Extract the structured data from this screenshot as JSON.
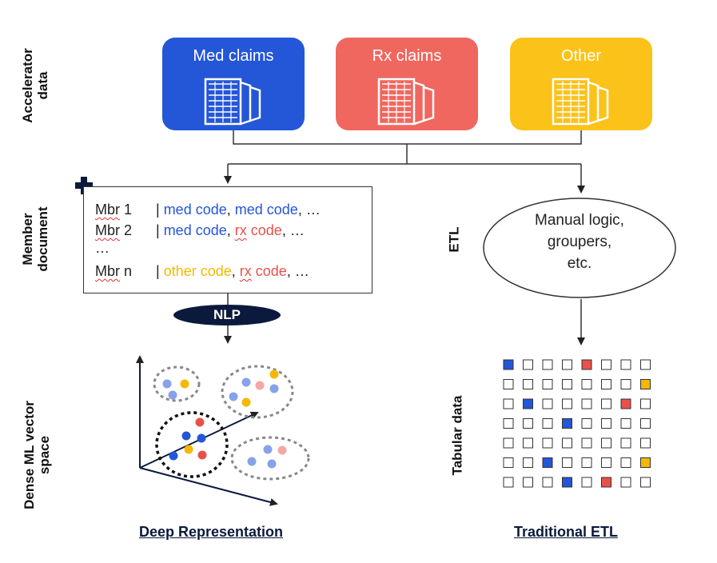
{
  "row_labels": {
    "accelerator": [
      "Accelerator",
      "data"
    ],
    "member": [
      "Member",
      "document"
    ],
    "dense": [
      "Dense ML vector",
      "space"
    ],
    "etl": "ETL",
    "tabular": "Tabular data"
  },
  "sources": [
    {
      "label": "Med claims",
      "color": "#2456d8",
      "icon": "server-icon"
    },
    {
      "label": "Rx claims",
      "color": "#f0675f",
      "icon": "server-icon"
    },
    {
      "label": "Other",
      "color": "#fbc21a",
      "icon": "server-icon"
    }
  ],
  "member_doc": {
    "rows": [
      {
        "mbr": "Mbr 1",
        "sep": "| ",
        "codes": [
          {
            "text": "med code",
            "kind": "med"
          },
          {
            "text": ", ",
            "kind": "plain"
          },
          {
            "text": "med code",
            "kind": "med"
          },
          {
            "text": ", …",
            "kind": "plain"
          }
        ]
      },
      {
        "mbr": "Mbr 2",
        "sep": "| ",
        "codes": [
          {
            "text": "med code",
            "kind": "med"
          },
          {
            "text": ", ",
            "kind": "plain"
          },
          {
            "text": "rx",
            "kind": "rx-underline"
          },
          {
            "text": " code",
            "kind": "rx"
          },
          {
            "text": ", …",
            "kind": "plain"
          }
        ]
      },
      {
        "mbr": "…",
        "sep": "",
        "codes": []
      },
      {
        "mbr": "Mbr n",
        "sep": "| ",
        "codes": [
          {
            "text": "other code",
            "kind": "other"
          },
          {
            "text": ", ",
            "kind": "plain"
          },
          {
            "text": "rx",
            "kind": "rx-underline"
          },
          {
            "text": " code",
            "kind": "rx"
          },
          {
            "text": ", …",
            "kind": "plain"
          }
        ]
      }
    ]
  },
  "nlp_label": "NLP",
  "etl_box": [
    "Manual logic,",
    "groupers,",
    "etc."
  ],
  "captions": {
    "left": "Deep Representation",
    "right": "Traditional ETL"
  },
  "colors": {
    "med": "#2456d8",
    "rx": "#e8514a",
    "other": "#f5b800",
    "navy": "#0b1a3c"
  },
  "tabular_grid": {
    "rows": 7,
    "cols": 8,
    "filled": [
      {
        "r": 0,
        "c": 0,
        "kind": "med"
      },
      {
        "r": 0,
        "c": 4,
        "kind": "rx"
      },
      {
        "r": 1,
        "c": 7,
        "kind": "other"
      },
      {
        "r": 2,
        "c": 1,
        "kind": "med"
      },
      {
        "r": 2,
        "c": 6,
        "kind": "rx"
      },
      {
        "r": 3,
        "c": 3,
        "kind": "med"
      },
      {
        "r": 5,
        "c": 2,
        "kind": "med"
      },
      {
        "r": 5,
        "c": 7,
        "kind": "other"
      },
      {
        "r": 6,
        "c": 3,
        "kind": "med"
      },
      {
        "r": 6,
        "c": 5,
        "kind": "rx"
      }
    ]
  }
}
